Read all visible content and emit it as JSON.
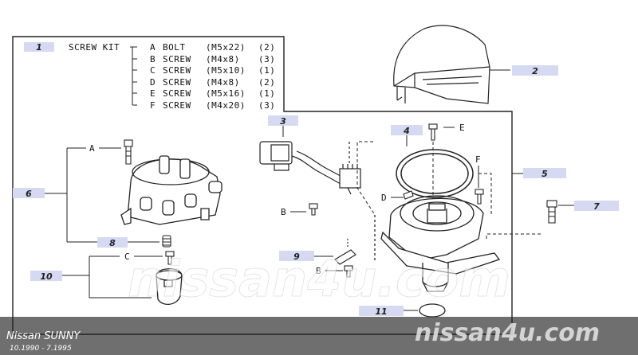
{
  "screw_kit": {
    "part_no": "1",
    "title": "SCREW KIT",
    "items": [
      {
        "letter": "A",
        "name": "BOLT",
        "size": "(M5x22)",
        "qty": "(2)"
      },
      {
        "letter": "B",
        "name": "SCREW",
        "size": "(M4x8)",
        "qty": "(3)"
      },
      {
        "letter": "C",
        "name": "SCREW",
        "size": "(M5x10)",
        "qty": "(1)"
      },
      {
        "letter": "D",
        "name": "SCREW",
        "size": "(M4x8)",
        "qty": "(2)"
      },
      {
        "letter": "E",
        "name": "SCREW",
        "size": "(M5x16)",
        "qty": "(1)"
      },
      {
        "letter": "F",
        "name": "SCREW",
        "size": "(M4x20)",
        "qty": "(3)"
      }
    ]
  },
  "callouts": {
    "p2": "2",
    "p3": "3",
    "p4": "4",
    "p5": "5",
    "p6": "6",
    "p7": "7",
    "p8": "8",
    "p9": "9",
    "p10": "10",
    "p11": "11"
  },
  "letters": {
    "a": "A",
    "b1": "B",
    "b2": "B",
    "c": "C",
    "d": "D",
    "e": "E",
    "f": "F"
  },
  "watermark": {
    "center": "nissan4u.com",
    "corner": "nissan4u.com"
  },
  "footer": {
    "model": "Nissan SUNNY",
    "years": "10.1990 - 7.1995"
  },
  "colors": {
    "badge": "#d6d9f2",
    "line": "#222222",
    "footer_bg": "#6f6f6f"
  }
}
